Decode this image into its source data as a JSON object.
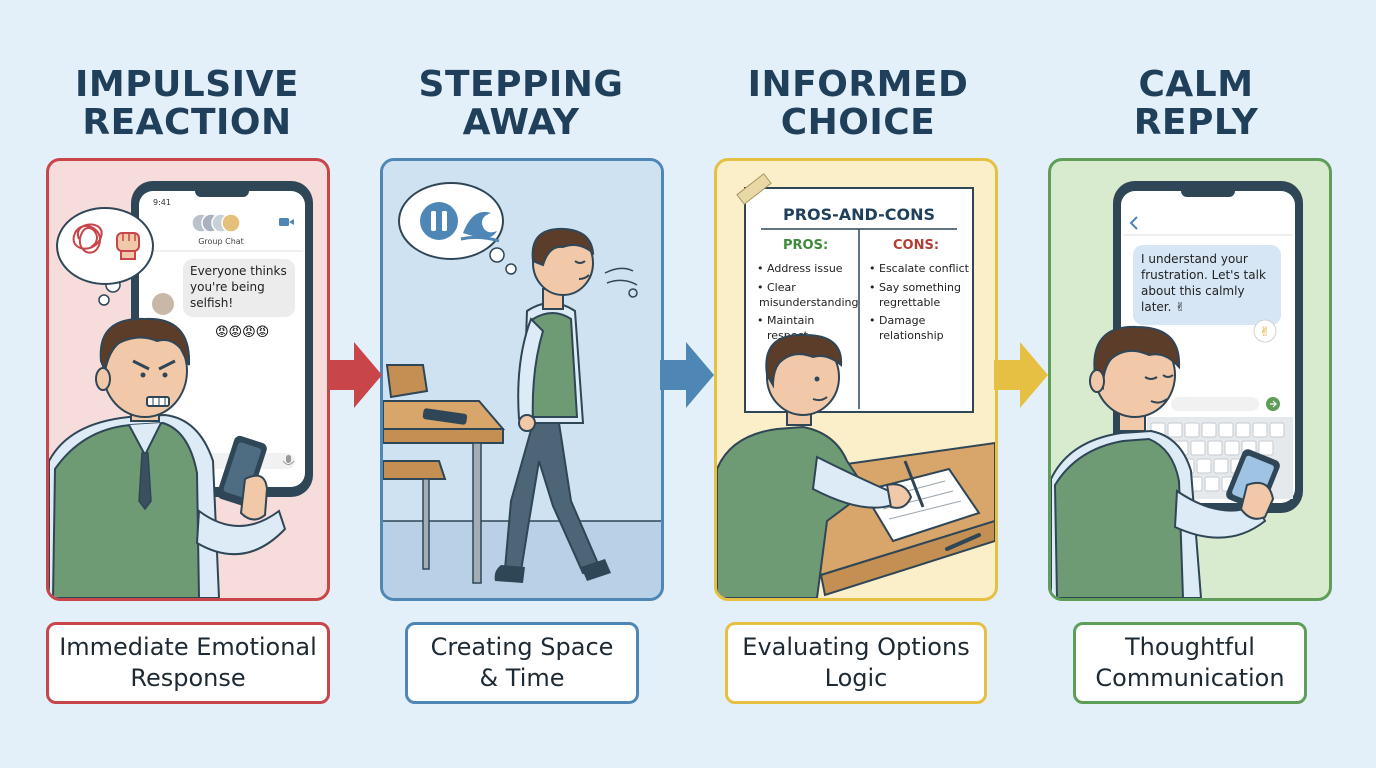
{
  "stages": [
    {
      "title_line1": "IMPULSIVE",
      "title_line2": "REACTION",
      "caption_line1": "Immediate Emotional",
      "caption_line2": "Response",
      "phone": {
        "time": "9:41",
        "chat_name": "Group Chat",
        "message_line1": "Everyone thinks",
        "message_line2": "you're being",
        "message_line3": "selfish!",
        "reactions": "😡😡😡😡"
      },
      "thought_icons": [
        "scribble-icon",
        "fist-icon"
      ],
      "color": "#c8454a",
      "bg": "#f7dcdc"
    },
    {
      "title_line1": "STEPPING",
      "title_line2": "AWAY",
      "caption_line1": "Creating Space",
      "caption_line2": "& Time",
      "thought_icons": [
        "pause-icon",
        "wave-icon"
      ],
      "color": "#4e86b6",
      "bg": "#cfe2f1"
    },
    {
      "title_line1": "INFORMED",
      "title_line2": "CHOICE",
      "caption_line1": "Evaluating Options",
      "caption_line2": "Logic",
      "board": {
        "title": "PROS-AND-CONS",
        "pros_header": "PROS:",
        "cons_header": "CONS:",
        "pros": [
          [
            "Address issue"
          ],
          [
            "Clear",
            "misunderstanding"
          ],
          [
            "Maintain",
            "respect"
          ]
        ],
        "cons": [
          [
            "Escalate conflict"
          ],
          [
            "Say something",
            "regrettable"
          ],
          [
            "Damage",
            "relationship"
          ]
        ],
        "pros_color": "#3f8a3c",
        "cons_color": "#b53c34"
      },
      "color": "#e6c043",
      "bg": "#fbefc9"
    },
    {
      "title_line1": "CALM",
      "title_line2": "REPLY",
      "caption_line1": "Thoughtful",
      "caption_line2": "Communication",
      "phone": {
        "message_line1": "I understand your",
        "message_line2": "frustration. Let's talk",
        "message_line3": "about this calmly",
        "message_line4": "later. ✌",
        "reaction": "✌"
      },
      "color": "#5f9e58",
      "bg": "#d9ebcf"
    }
  ],
  "arrows": [
    {
      "color": "#c8454a"
    },
    {
      "color": "#4e86b6"
    },
    {
      "color": "#e6c043"
    }
  ]
}
